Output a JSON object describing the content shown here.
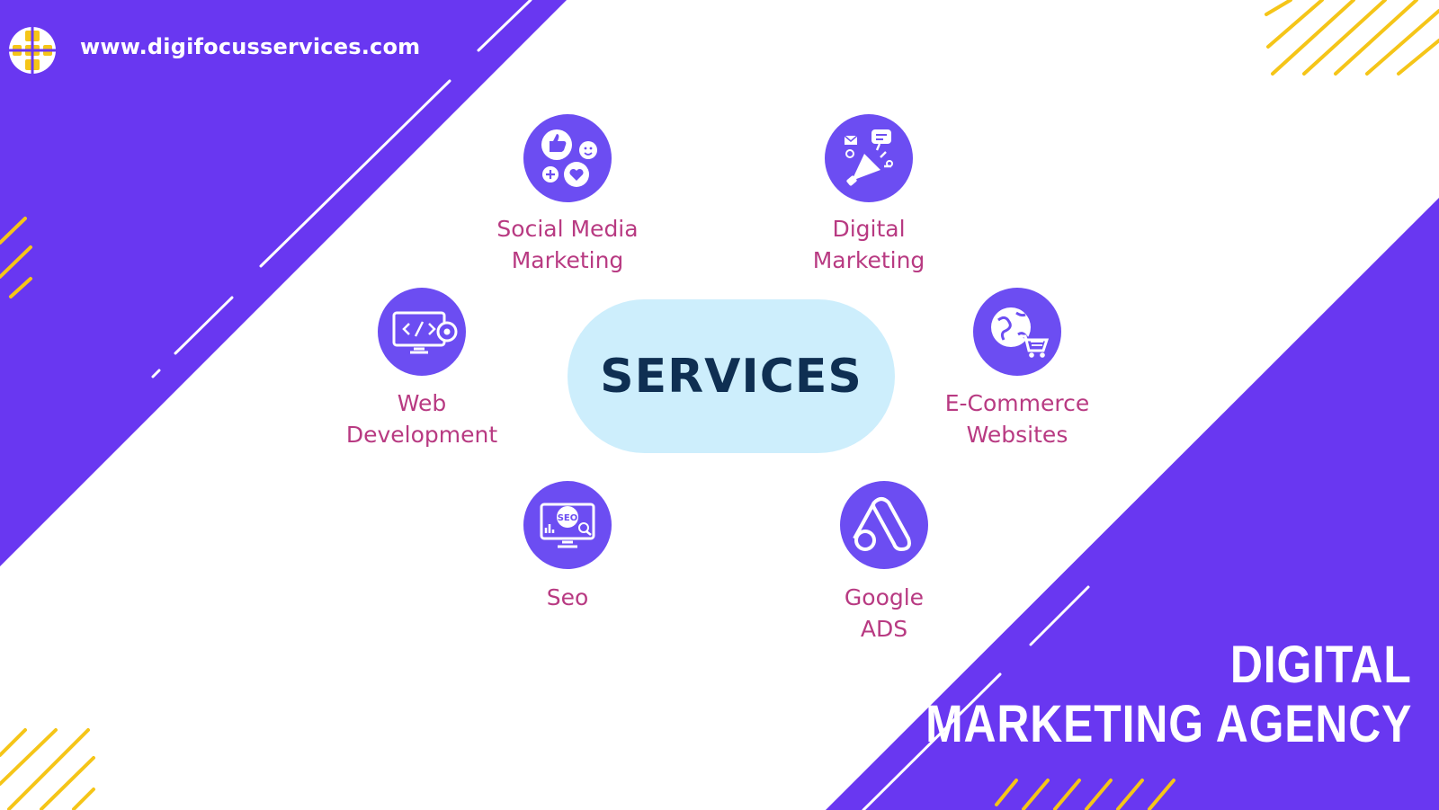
{
  "header": {
    "url": "www.digifocusservices.com"
  },
  "center": {
    "title": "SERVICES"
  },
  "services": [
    {
      "line1": "Social Media",
      "line2": "Marketing",
      "icon": "social-media-icon"
    },
    {
      "line1": "Digital",
      "line2": "Marketing",
      "icon": "megaphone-icon"
    },
    {
      "line1": "Web",
      "line2": "Development",
      "icon": "web-code-icon"
    },
    {
      "line1": "E-Commerce",
      "line2": "Websites",
      "icon": "globe-cart-icon"
    },
    {
      "line1": "Seo",
      "line2": "",
      "icon": "seo-monitor-icon"
    },
    {
      "line1": "Google",
      "line2": "ADS",
      "icon": "google-ads-icon"
    }
  ],
  "agency": {
    "line1": "DIGITAL",
    "line2": "MARKETING AGENCY"
  },
  "colors": {
    "purple": "#6937f1",
    "icon_purple": "#6c4df2",
    "label_pink": "#b83a82",
    "pill_blue": "#cdeefc",
    "title_navy": "#0f2f52",
    "accent_yellow": "#f5c518"
  }
}
